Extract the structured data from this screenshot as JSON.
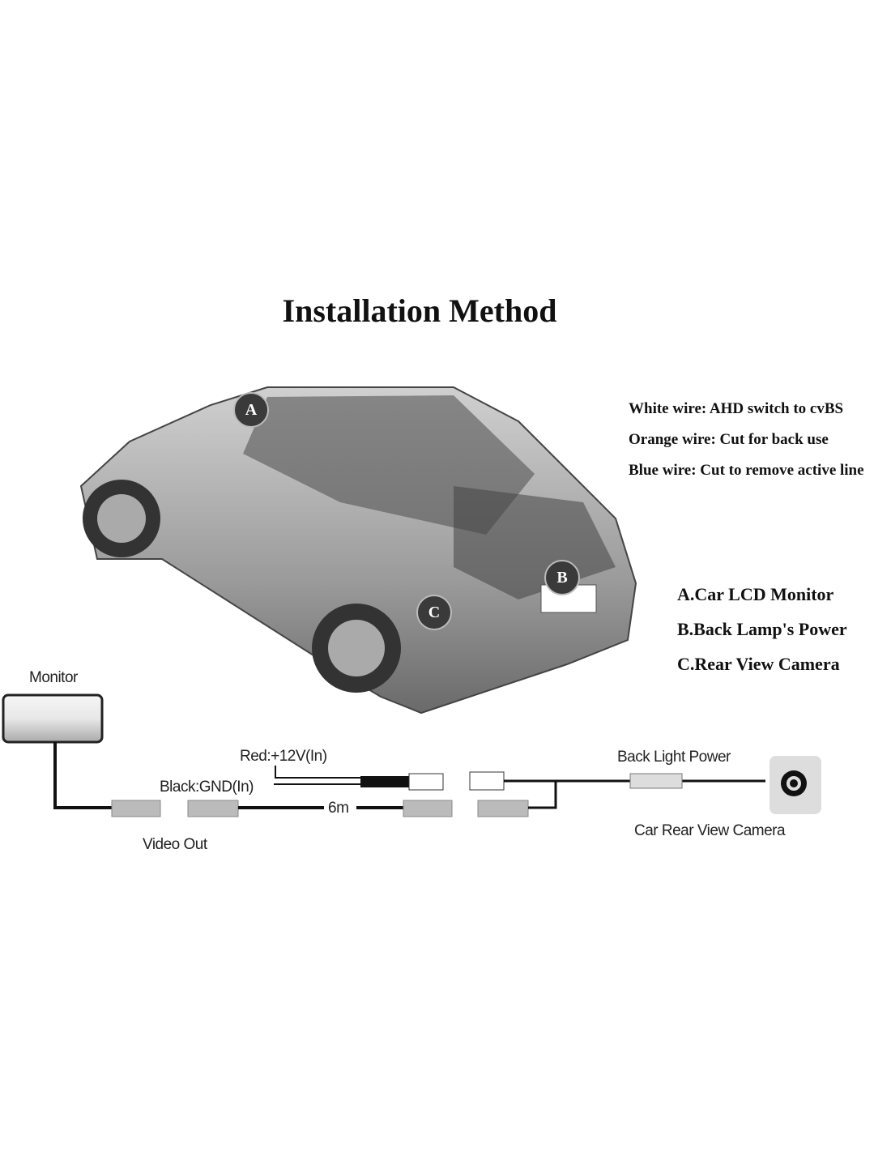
{
  "title": "Installation  Method",
  "wire_notes": [
    "White wire: AHD switch to cvBS",
    "Orange wire: Cut for back use",
    "Blue wire: Cut to remove active line"
  ],
  "markers": [
    "A",
    "B",
    "C"
  ],
  "legend": [
    "A.Car LCD Monitor",
    "B.Back Lamp's Power",
    "C.Rear View Camera"
  ],
  "wiring": {
    "monitor": "Monitor",
    "red": "Red:+12V(In)",
    "black": "Black:GND(In)",
    "length": "6m",
    "video_out": "Video Out",
    "back_light": "Back Light Power",
    "camera": "Car Rear View Camera"
  }
}
